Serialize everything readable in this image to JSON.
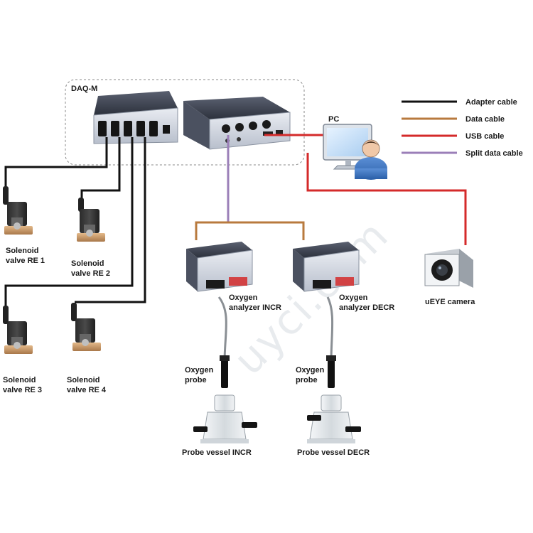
{
  "daq_label": "DAQ-M",
  "pc_label": "PC",
  "camera_label": "uEYE camera",
  "legend": [
    {
      "label": "Adapter cable",
      "color": "#111111"
    },
    {
      "label": "Data cable",
      "color": "#b87a3e"
    },
    {
      "label": "USB cable",
      "color": "#d42a2a"
    },
    {
      "label": "Split data cable",
      "color": "#9b7fb8"
    }
  ],
  "valves": [
    {
      "line1": "Solenoid",
      "line2": "valve RE 1"
    },
    {
      "line1": "Solenoid",
      "line2": "valve RE 2"
    },
    {
      "line1": "Solenoid",
      "line2": "valve RE 3"
    },
    {
      "line1": "Solenoid",
      "line2": "valve RE 4"
    }
  ],
  "analyzers": [
    {
      "line1": "Oxygen",
      "line2": "analyzer INCR"
    },
    {
      "line1": "Oxygen",
      "line2": "analyzer DECR"
    }
  ],
  "probes": [
    {
      "line1": "Oxygen",
      "line2": "probe"
    },
    {
      "line1": "Oxygen",
      "line2": "probe"
    }
  ],
  "vessels": [
    "Probe vessel INCR",
    "Probe vessel DECR"
  ],
  "watermark": "uyci.com"
}
